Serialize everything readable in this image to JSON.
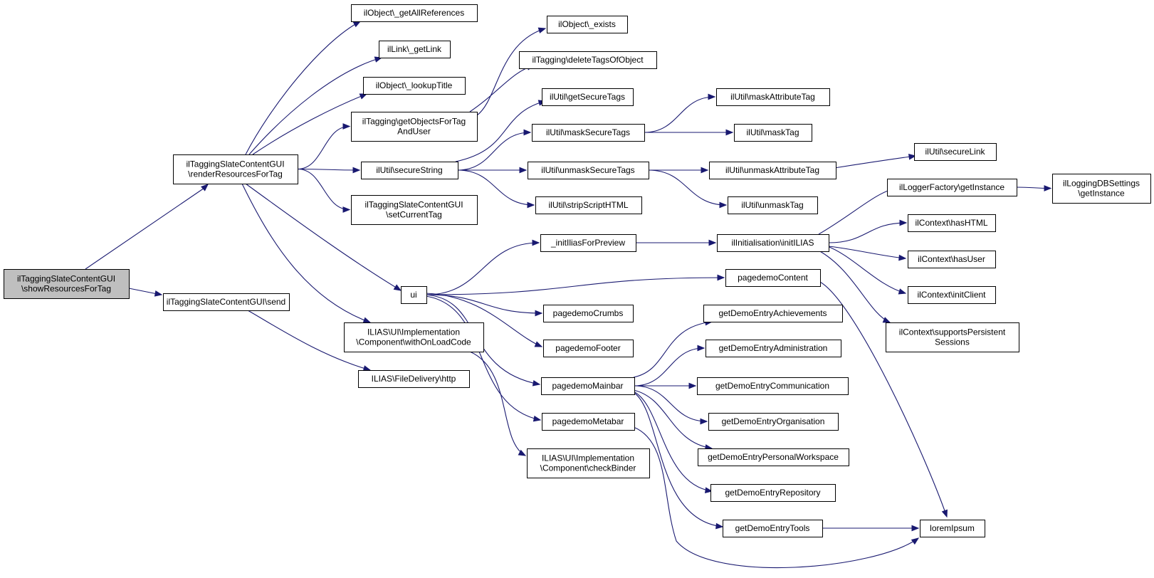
{
  "graph": {
    "type": "call-graph",
    "nodes": [
      {
        "id": "root",
        "lines": [
          "ilTaggingSlateContentGUI",
          "\\showResourcesForTag"
        ],
        "highlighted": true
      },
      {
        "id": "render",
        "lines": [
          "ilTaggingSlateContentGUI",
          "\\renderResourcesForTag"
        ]
      },
      {
        "id": "send",
        "lines": [
          "ilTaggingSlateContentGUI\\send"
        ]
      },
      {
        "id": "getAllRefs",
        "lines": [
          "ilObject\\_getAllReferences"
        ]
      },
      {
        "id": "getLink",
        "lines": [
          "ilLink\\_getLink"
        ]
      },
      {
        "id": "lookupTitle",
        "lines": [
          "ilObject\\_lookupTitle"
        ]
      },
      {
        "id": "getObjForTag",
        "lines": [
          "ilTagging\\getObjectsForTag",
          "AndUser"
        ]
      },
      {
        "id": "secureString",
        "lines": [
          "ilUtil\\secureString"
        ]
      },
      {
        "id": "setCurrentTag",
        "lines": [
          "ilTaggingSlateContentGUI",
          "\\setCurrentTag"
        ]
      },
      {
        "id": "ui",
        "lines": [
          "ui"
        ]
      },
      {
        "id": "withOnLoad",
        "lines": [
          "ILIAS\\UI\\Implementation",
          "\\Component\\withOnLoadCode"
        ]
      },
      {
        "id": "http",
        "lines": [
          "ILIAS\\FileDelivery\\http"
        ]
      },
      {
        "id": "exists",
        "lines": [
          "ilObject\\_exists"
        ]
      },
      {
        "id": "deleteTags",
        "lines": [
          "ilTagging\\deleteTagsOfObject"
        ]
      },
      {
        "id": "getSecureTags",
        "lines": [
          "ilUtil\\getSecureTags"
        ]
      },
      {
        "id": "maskSecure",
        "lines": [
          "ilUtil\\maskSecureTags"
        ]
      },
      {
        "id": "unmaskSecure",
        "lines": [
          "ilUtil\\unmaskSecureTags"
        ]
      },
      {
        "id": "stripScript",
        "lines": [
          "ilUtil\\stripScriptHTML"
        ]
      },
      {
        "id": "initIlias",
        "lines": [
          "_initIliasForPreview"
        ]
      },
      {
        "id": "crumbs",
        "lines": [
          "pagedemoCrumbs"
        ]
      },
      {
        "id": "footer",
        "lines": [
          "pagedemoFooter"
        ]
      },
      {
        "id": "mainbar",
        "lines": [
          "pagedemoMainbar"
        ]
      },
      {
        "id": "metabar",
        "lines": [
          "pagedemoMetabar"
        ]
      },
      {
        "id": "checkBinder",
        "lines": [
          "ILIAS\\UI\\Implementation",
          "\\Component\\checkBinder"
        ]
      },
      {
        "id": "maskAttr",
        "lines": [
          "ilUtil\\maskAttributeTag"
        ]
      },
      {
        "id": "maskTag",
        "lines": [
          "ilUtil\\maskTag"
        ]
      },
      {
        "id": "unmaskAttr",
        "lines": [
          "ilUtil\\unmaskAttributeTag"
        ]
      },
      {
        "id": "unmaskTag",
        "lines": [
          "ilUtil\\unmaskTag"
        ]
      },
      {
        "id": "initILIAS",
        "lines": [
          "ilInitialisation\\initILIAS"
        ]
      },
      {
        "id": "content",
        "lines": [
          "pagedemoContent"
        ]
      },
      {
        "id": "achievements",
        "lines": [
          "getDemoEntryAchievements"
        ]
      },
      {
        "id": "administration",
        "lines": [
          "getDemoEntryAdministration"
        ]
      },
      {
        "id": "communication",
        "lines": [
          "getDemoEntryCommunication"
        ]
      },
      {
        "id": "organisation",
        "lines": [
          "getDemoEntryOrganisation"
        ]
      },
      {
        "id": "personal",
        "lines": [
          "getDemoEntryPersonalWorkspace"
        ]
      },
      {
        "id": "repository",
        "lines": [
          "getDemoEntryRepository"
        ]
      },
      {
        "id": "tools",
        "lines": [
          "getDemoEntryTools"
        ]
      },
      {
        "id": "secureLink",
        "lines": [
          "ilUtil\\secureLink"
        ]
      },
      {
        "id": "loggerFactory",
        "lines": [
          "ilLoggerFactory\\getInstance"
        ]
      },
      {
        "id": "loggingDB",
        "lines": [
          "ilLoggingDBSettings",
          "\\getInstance"
        ]
      },
      {
        "id": "hasHTML",
        "lines": [
          "ilContext\\hasHTML"
        ]
      },
      {
        "id": "hasUser",
        "lines": [
          "ilContext\\hasUser"
        ]
      },
      {
        "id": "initClient",
        "lines": [
          "ilContext\\initClient"
        ]
      },
      {
        "id": "supportsPersistent",
        "lines": [
          "ilContext\\supportsPersistent",
          "Sessions"
        ]
      },
      {
        "id": "loremIpsum",
        "lines": [
          "loremIpsum"
        ]
      }
    ],
    "edges": [
      [
        "root",
        "render"
      ],
      [
        "root",
        "send"
      ],
      [
        "render",
        "getAllRefs"
      ],
      [
        "render",
        "getLink"
      ],
      [
        "render",
        "lookupTitle"
      ],
      [
        "render",
        "getObjForTag"
      ],
      [
        "render",
        "secureString"
      ],
      [
        "render",
        "setCurrentTag"
      ],
      [
        "render",
        "ui"
      ],
      [
        "render",
        "withOnLoad"
      ],
      [
        "send",
        "http"
      ],
      [
        "getObjForTag",
        "exists"
      ],
      [
        "getObjForTag",
        "deleteTags"
      ],
      [
        "secureString",
        "getSecureTags"
      ],
      [
        "secureString",
        "maskSecure"
      ],
      [
        "secureString",
        "unmaskSecure"
      ],
      [
        "secureString",
        "stripScript"
      ],
      [
        "ui",
        "initIlias"
      ],
      [
        "ui",
        "content"
      ],
      [
        "ui",
        "crumbs"
      ],
      [
        "ui",
        "footer"
      ],
      [
        "ui",
        "mainbar"
      ],
      [
        "ui",
        "metabar"
      ],
      [
        "withOnLoad",
        "checkBinder"
      ],
      [
        "maskSecure",
        "maskAttr"
      ],
      [
        "maskSecure",
        "maskTag"
      ],
      [
        "unmaskSecure",
        "unmaskAttr"
      ],
      [
        "unmaskSecure",
        "unmaskTag"
      ],
      [
        "unmaskAttr",
        "secureLink"
      ],
      [
        "initIlias",
        "initILIAS"
      ],
      [
        "initILIAS",
        "loggerFactory"
      ],
      [
        "initILIAS",
        "hasHTML"
      ],
      [
        "initILIAS",
        "hasUser"
      ],
      [
        "initILIAS",
        "initClient"
      ],
      [
        "initILIAS",
        "supportsPersistent"
      ],
      [
        "loggerFactory",
        "loggingDB"
      ],
      [
        "content",
        "loremIpsum"
      ],
      [
        "mainbar",
        "achievements"
      ],
      [
        "mainbar",
        "administration"
      ],
      [
        "mainbar",
        "communication"
      ],
      [
        "mainbar",
        "organisation"
      ],
      [
        "mainbar",
        "personal"
      ],
      [
        "mainbar",
        "repository"
      ],
      [
        "mainbar",
        "tools"
      ],
      [
        "tools",
        "loremIpsum"
      ],
      [
        "metabar",
        "loremIpsum"
      ]
    ]
  }
}
